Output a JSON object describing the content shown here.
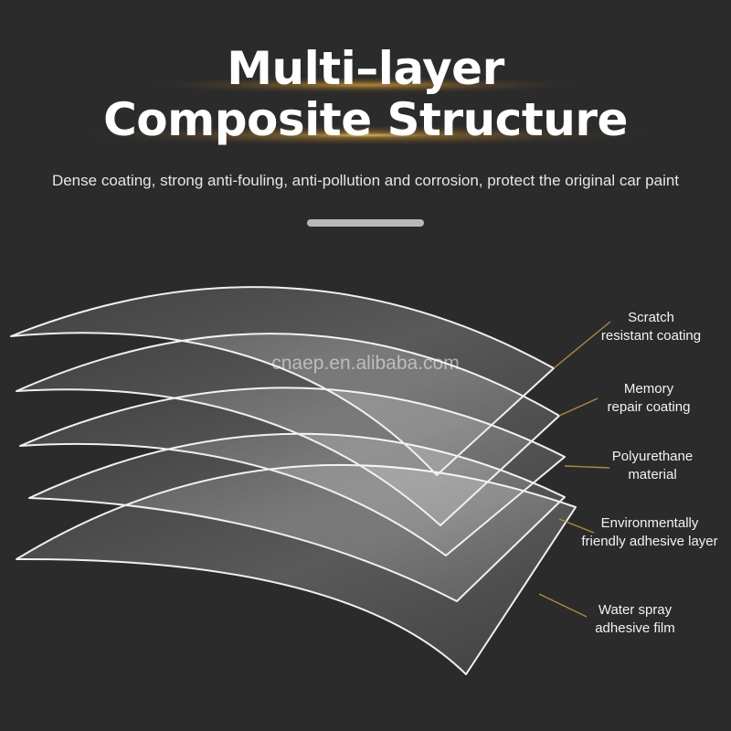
{
  "header": {
    "title_line1": "Multi–layer",
    "title_line2": "Composite Structure",
    "subtitle": "Dense coating, strong anti-fouling, anti-pollution and corrosion, protect the original car paint"
  },
  "watermark": "cnaep.en.alibaba.com",
  "layers": [
    {
      "line1": "Scratch",
      "line2": "resistant coating"
    },
    {
      "line1": "Memory",
      "line2": "repair coating"
    },
    {
      "line1": "Polyurethane",
      "line2": "material"
    },
    {
      "line1": "Environmentally",
      "line2": "friendly adhesive layer"
    },
    {
      "line1": "Water spray",
      "line2": "adhesive film"
    }
  ],
  "colors": {
    "background": "#2b2b2b",
    "glow": "#c9962e",
    "leader_line": "#b08a3a",
    "sheet_outline": "#f0f0f0"
  }
}
